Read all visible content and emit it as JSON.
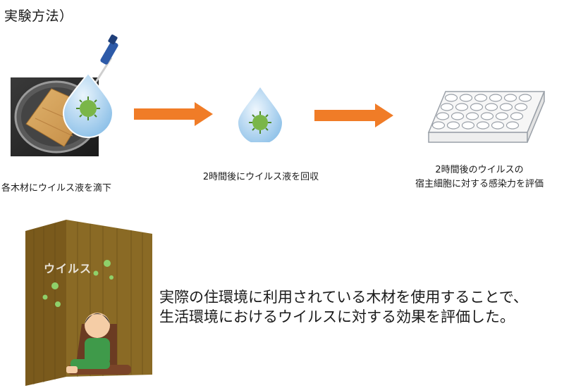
{
  "title": "実験方法）",
  "steps": [
    {
      "caption": "各木材にウイルス液を滴下"
    },
    {
      "caption": "2時間後にウイルス液を回収"
    },
    {
      "caption_lines": [
        "2時間後のウイルスの",
        "宿主細胞に対する感染力を評価"
      ]
    }
  ],
  "illustration": {
    "virus_label": "ウイルス"
  },
  "description_lines": [
    "実際の住環境に利用されている木材を使用することで、",
    "生活環境におけるウイルスに対する効果を評価した。"
  ],
  "colors": {
    "arrow": "#f07c27",
    "droplet": "#8cc0e8",
    "virus": "#7ab648",
    "wood_wall": "#7a5a1c",
    "plate": "#f2f2f2"
  }
}
